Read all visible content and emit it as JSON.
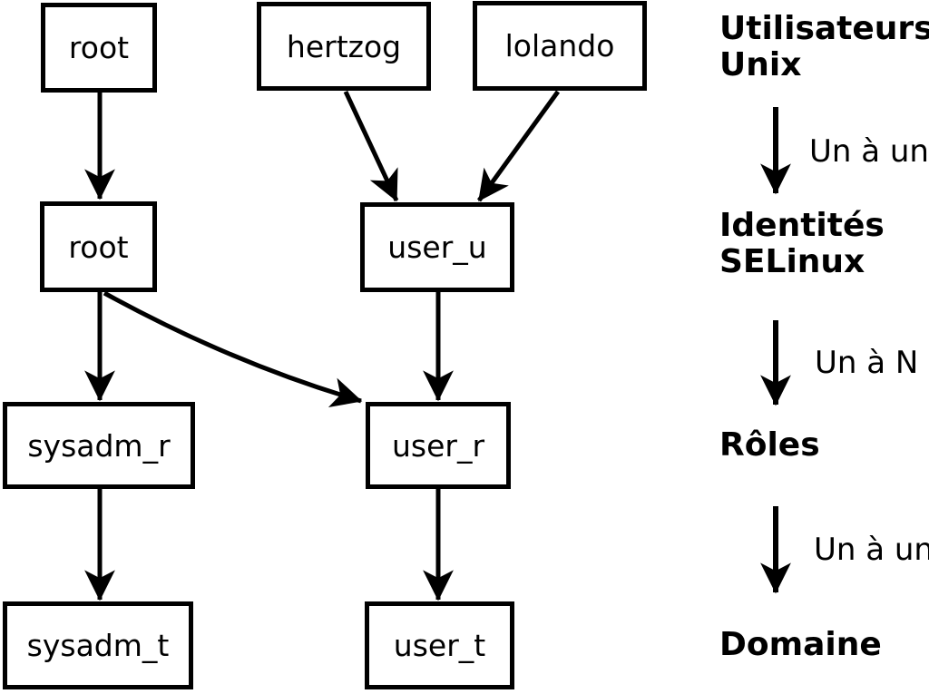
{
  "colors": {
    "foreground": "#000000",
    "background": "#ffffff"
  },
  "diagram": {
    "nodes": {
      "unix_root": "root",
      "unix_hertzog": "hertzog",
      "unix_lolando": "lolando",
      "selinux_root": "root",
      "selinux_user_u": "user_u",
      "role_sysadm_r": "sysadm_r",
      "role_user_r": "user_r",
      "domain_sysadm_t": "sysadm_t",
      "domain_user_t": "user_t"
    },
    "edges": [
      {
        "from": "unix_root",
        "to": "selinux_root"
      },
      {
        "from": "unix_hertzog",
        "to": "selinux_user_u"
      },
      {
        "from": "unix_lolando",
        "to": "selinux_user_u"
      },
      {
        "from": "selinux_root",
        "to": "role_sysadm_r"
      },
      {
        "from": "selinux_root",
        "to": "role_user_r"
      },
      {
        "from": "selinux_user_u",
        "to": "role_user_r"
      },
      {
        "from": "role_sysadm_r",
        "to": "domain_sysadm_t"
      },
      {
        "from": "role_user_r",
        "to": "domain_user_t"
      }
    ]
  },
  "legend": {
    "levels": [
      {
        "lines": [
          "Utilisateurs",
          "Unix"
        ]
      },
      {
        "lines": [
          "Identités",
          "SELinux"
        ]
      },
      {
        "lines": [
          "Rôles"
        ]
      },
      {
        "lines": [
          "Domaine"
        ]
      }
    ],
    "mappings": [
      {
        "label": "Un à un"
      },
      {
        "label": "Un à N"
      },
      {
        "label": "Un à un"
      }
    ]
  }
}
